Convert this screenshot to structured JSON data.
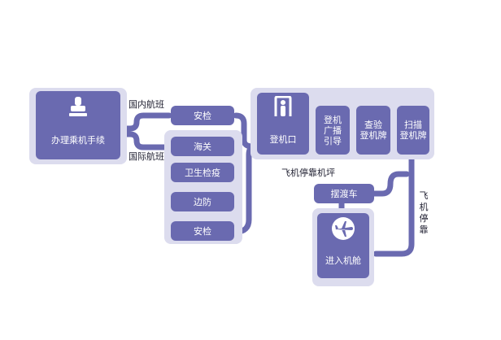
{
  "nodes": {
    "checkin": "办理乘机手续",
    "security_domestic": "安检",
    "customs": "海关",
    "health": "卫生检疫",
    "border": "边防",
    "security_intl": "安检",
    "gate": "登机口",
    "broadcast": "登机\n广播\n引导",
    "check_pass": "查验\n登机牌",
    "scan_pass": "扫描\n登机牌",
    "shuttle": "摆渡车",
    "board": "进入机舱"
  },
  "labels": {
    "domestic": "国内航班",
    "international": "国际航班",
    "apron": "飞机停靠机坪",
    "stand": "飞机停靠"
  },
  "icons": {
    "checkin": "stamp-icon",
    "gate": "security-gate-icon",
    "board": "airplane-icon"
  },
  "colors": {
    "box": "#6a6ab0",
    "panel": "#dcdcee",
    "line": "#6a6ab0"
  }
}
